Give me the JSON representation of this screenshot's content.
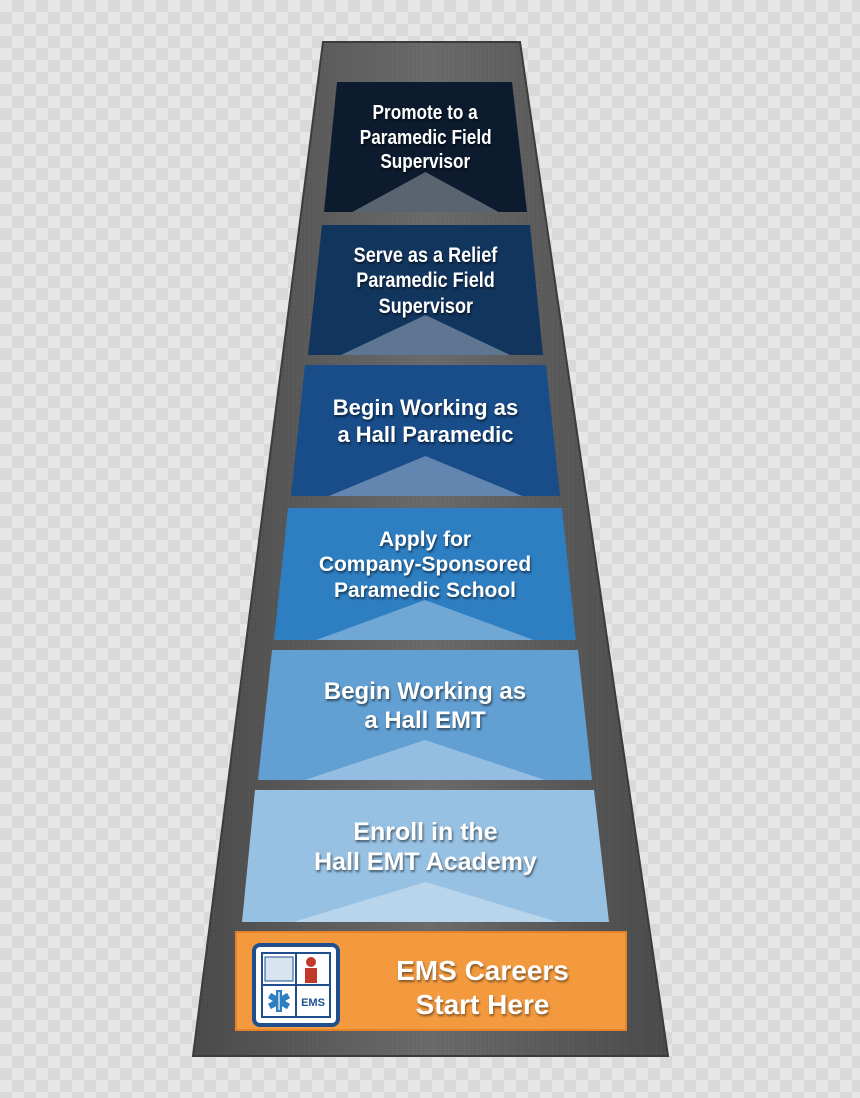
{
  "colors": {
    "track": "#5a5a5a",
    "track_edge": "#3c3c3c",
    "start_box": "#f39a3f",
    "logo_frame": "#1f4f8f"
  },
  "steps": [
    {
      "lines": [
        "Promote to a",
        "Paramedic Field",
        "Supervisor"
      ],
      "color": "#0c1b2e"
    },
    {
      "lines": [
        "Serve as a Relief",
        "Paramedic Field",
        "Supervisor"
      ],
      "color": "#12355e"
    },
    {
      "lines": [
        "Begin Working as",
        "a Hall Paramedic"
      ],
      "color": "#184d8a"
    },
    {
      "lines": [
        "Apply for",
        "Company-Sponsored",
        "Paramedic School"
      ],
      "color": "#2e7ec2"
    },
    {
      "lines": [
        "Begin Working as",
        "a Hall EMT"
      ],
      "color": "#62a0d3"
    },
    {
      "lines": [
        "Enroll in the",
        "Hall EMT Academy"
      ],
      "color": "#97c1e3"
    }
  ],
  "start": {
    "line1": "EMS Careers",
    "line2": "Start Here",
    "logo_icon": "ems-star-of-life-logo",
    "logo_text": "EMS"
  }
}
